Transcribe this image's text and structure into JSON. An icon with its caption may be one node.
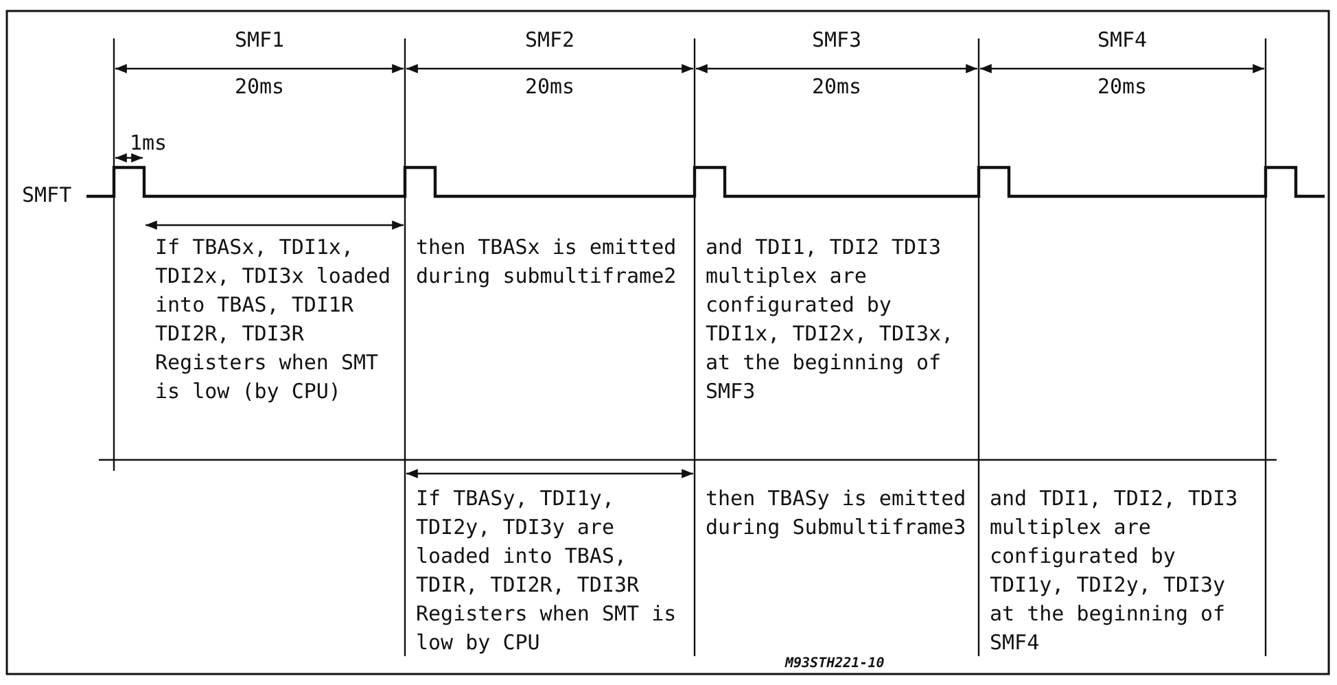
{
  "diagram": {
    "labels": [
      "SMF1",
      "SMF2",
      "SMF3",
      "SMF4",
      "20ms",
      "20ms",
      "20ms",
      "20ms",
      "1ms",
      "SMFT",
      "If TBASx, TDI1x, TDI2x, TDI3x loaded into TBAS, TDI1R TDI2R, TDI3R Registers when SMT is low (by CPU)",
      "then TBASx is emitted during submultiframe2",
      "and TDI1, TDI2 TDI3 multiplex are configurated by TDI1x, TDI2x, TDI3x, at the beginning of SMF3",
      "If TBASy, TDI1y, TDI2y, TDI3y are loaded into TBAS, TDIR, TDI2R, TDI3R Registers when SMT is low by CPU",
      "then TBASy is emitted during Submultiframe3",
      "and TDI1, TDI2, TDI3 multiplex are configurated by TDI1y, TDI2y, TDI3y at the beginning of SMF4",
      "M93STH221-10"
    ]
  }
}
